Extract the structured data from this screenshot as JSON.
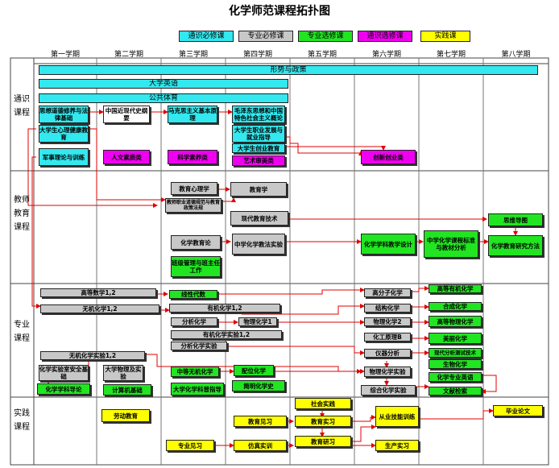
{
  "title": "化学师范课程拓扑图",
  "legend": [
    {
      "label": "通识必修课",
      "color": "#33e8ee"
    },
    {
      "label": "专业必修课",
      "color": "#c8c8c8"
    },
    {
      "label": "专业选修课",
      "color": "#22e522"
    },
    {
      "label": "通识选修课",
      "color": "#f000f0"
    },
    {
      "label": "实践课",
      "color": "#ffff00"
    }
  ],
  "semesters": [
    "第一学期",
    "第二学期",
    "第三学期",
    "第四学期",
    "第五学期",
    "第六学期",
    "第七学期",
    "第八学期"
  ],
  "categories": [
    "通识课程",
    "教师教育课程",
    "专业课程",
    "实践课程"
  ],
  "courses": {
    "xingshi": "形势与政策",
    "yingyu": "大学英语",
    "tiyu": "公共体育",
    "sixiu": "思想道德修养与法律基础",
    "jindaishi": "中国近现代史纲要",
    "makesi": "马克思主义基本原理",
    "maogai": "毛泽东思想和中国特色社会主义概论",
    "xinli": "大学生心理健康教育",
    "zhiye": "大学生职业发展与就业指导",
    "chuangye": "大学生创业教育",
    "junshi": "军事理论与训练",
    "renwen": "人文素质类",
    "kexue": "科学素养类",
    "yishu": "艺术审美类",
    "chuangxin": "创新创业类",
    "jyxinli": "教育心理学",
    "jiaoyuxue": "教育学",
    "fagui": "教师职业道德规范与教育政策法规",
    "xiandai": "现代教育技术",
    "siwei": "思维导图",
    "hxjiaoyulun": "化学教育论",
    "zxjiaofa": "中学化学教法实验",
    "xkjiaoxue": "化学学科教学设计",
    "kebiao": "中学化学课程标准与教材分析",
    "hxyanjiu": "化学教育研究方法",
    "banzhuren": "班级管理与班主任工作",
    "gaoshu": "高等数学1,2",
    "xiandaishu": "线性代数",
    "gaofenzi": "高分子化学",
    "gaodengyouji": "高等有机化学",
    "wuji": "无机化学1,2",
    "youji": "有机化学1,2",
    "jiegou": "结构化学",
    "hecheng": "合成化学",
    "fenxi": "分析化学",
    "wuli1": "物理化学1",
    "wuli2": "物理化学2",
    "gaowuli": "高等物理化学",
    "youjishiyan": "有机化学实验1,2",
    "huagong": "化工原理B",
    "meiguan": "美丽化学",
    "fenxishiyan": "分析化学实验",
    "yiqi": "仪器分析",
    "xiandaifenxi": "现代分析测试技术",
    "wujishiyan": "无机化学实验1,2",
    "shengwu": "生物化学",
    "anquan": "化学实验室安全基础",
    "dxwuli": "大学物理及实验",
    "zhongdeng": "中等无机化学",
    "peiwei": "配位化学",
    "wulishiyan": "物理化学实验",
    "yingyu2": "化学专业英语",
    "daolun": "化学学科导论",
    "jisuanji": "计算机基础",
    "daxuehuaxue": "大学化学科普指导",
    "jianmingshi": "简明化学史",
    "zonghe": "综合化学实验",
    "wenxian": "文献检索",
    "laodong": "劳动教育",
    "shehui": "社会实践",
    "jianxi": "教育见习",
    "shixi": "教育实习",
    "yanxiu": "教育研习",
    "jineng": "从业技能训练",
    "biye": "毕业论文",
    "zhuanye": "专业见习",
    "fangzhen": "仿真实训",
    "shengchan": "生产实习"
  }
}
